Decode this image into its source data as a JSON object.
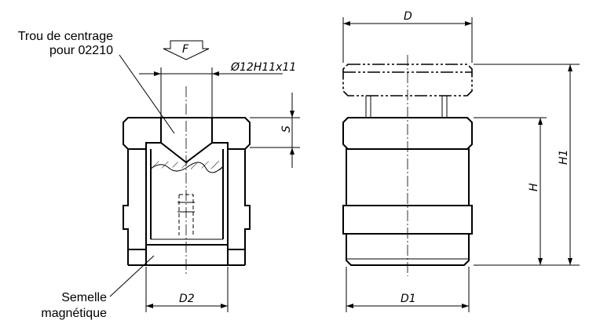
{
  "labels": {
    "centering_hole_line1": "Trou de centrage",
    "centering_hole_line2": "pour 02210",
    "magnetic_base_line1": "Semelle",
    "magnetic_base_line2": "magnétique"
  },
  "dimensions": {
    "force": "F",
    "bore_diameter": "Ø12H11x11",
    "stroke": "S",
    "inner_diameter": "D2",
    "head_diameter": "D",
    "body_diameter": "D1",
    "height": "H",
    "total_height": "H1"
  }
}
